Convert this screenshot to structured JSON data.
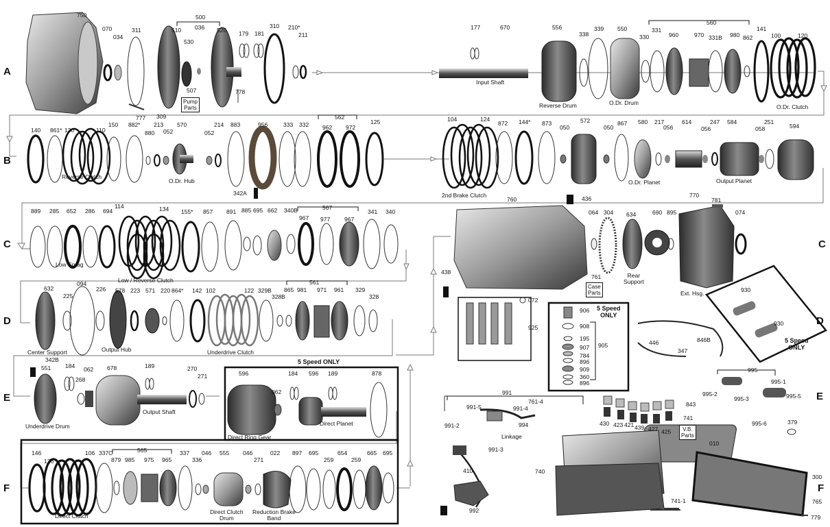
{
  "rows": {
    "a": "A",
    "b": "B",
    "c": "C",
    "d": "D",
    "e": "E",
    "f": "F",
    "c_right": "C",
    "d_right": "D",
    "e_right": "E",
    "f_right": "F"
  },
  "captions": {
    "input_shaft": "Input Shaft",
    "reverse_drum": "Reverse Drum",
    "odr_drum": "O.Dr. Drum",
    "odr_clutch": "O.Dr. Clutch",
    "reverse_clutch": "Reverse Clutch",
    "odr_hub": "O.Dr. Hub",
    "second_brake_clutch": "2nd Brake Clutch",
    "odr_planet": "O.Dr. Planet",
    "output_planet": "Output Planet",
    "low_sprag": "Low Sprag",
    "low_reverse_clutch": "Low / Reverse Clutch",
    "rear_support": "Rear\nSupport",
    "ext_hsg": "Ext. Hsg.",
    "center_support": "Center Support",
    "output_hub": "Output Hub",
    "underdrive_clutch": "Underdrive Clutch",
    "underdrive_drum": "Underdrive Drum",
    "output_shaft": "Output Shaft",
    "direct_ring_gear": "Direct Ring Gear",
    "direct_planet": "Direct Planet",
    "linkage": "Linkage",
    "direct_clutch": "Direct Clutch",
    "direct_clutch_drum": "Direct Clutch\nDrum",
    "reduction_brake_band": "Reduction Brake\nBand"
  },
  "boxes": {
    "pump_parts": "Pump\nParts",
    "case_parts": "Case\nParts",
    "vb_parts": "V.B.\nParts"
  },
  "headlines": {
    "five_speed_e": "5 Speed ONLY",
    "five_speed_center": "5 Speed\nONLY",
    "five_speed_d": "5 Speed\nONLY"
  },
  "part_numbers": {
    "n750": "750",
    "n070": "070",
    "n034": "034",
    "n311": "311",
    "n500": "500",
    "n510": "510",
    "n036": "036",
    "n520": "520",
    "n530": "530",
    "n507": "507",
    "n179": "179",
    "n181": "181",
    "n310": "310",
    "n210": "210*",
    "n211": "211",
    "n778": "778",
    "n777": "777",
    "n309": "309",
    "n177": "177",
    "n670": "670",
    "n556": "556",
    "n338": "338",
    "n339": "339",
    "n550": "550",
    "n330": "330",
    "n331": "331",
    "n560": "560",
    "n960": "960",
    "n970": "970",
    "n331b": "331B",
    "n980": "980",
    "n862": "862",
    "n141": "141",
    "n100": "100",
    "n120": "120",
    "n140": "140",
    "n861": "861*",
    "n130": "130",
    "n110": "110",
    "n150": "150",
    "n882": "882*",
    "n880": "880",
    "n213": "213",
    "n052a": "052",
    "n570": "570",
    "n052b": "052",
    "n214": "214",
    "n883": "883",
    "n956": "956",
    "n333": "333",
    "n332": "332",
    "n562": "562",
    "n962": "962",
    "n972": "972",
    "n125": "125",
    "n342a": "342A",
    "n104": "104",
    "n124": "124",
    "n872": "872",
    "n144": "144*",
    "n873": "873",
    "n050a": "050",
    "n572": "572",
    "n050b": "050",
    "n867": "867",
    "n580": "580",
    "n217": "217",
    "n056a": "056",
    "n614": "614",
    "n056b": "056",
    "n247": "247",
    "n584": "584",
    "n058": "058",
    "n251": "251",
    "n594": "594",
    "n436": "436",
    "n889": "889",
    "n285": "285",
    "n652": "652",
    "n286": "286",
    "n694": "694",
    "n114": "114",
    "n134": "134",
    "n155": "155*",
    "n857": "857",
    "n891": "891",
    "n885": "885",
    "n695a": "695",
    "n662": "662",
    "n340b": "340B",
    "n567": "567",
    "n967a": "967",
    "n977": "977",
    "n967b": "967",
    "n341": "341",
    "n340": "340",
    "n760": "760",
    "n781": "781",
    "n770": "770",
    "n064": "064",
    "n304": "304",
    "n634": "634",
    "n690": "690",
    "n895": "895",
    "n074": "074",
    "n761": "761",
    "n632": "632",
    "n225": "225",
    "n094": "094",
    "n226": "226",
    "n578": "578",
    "n223": "223",
    "n571": "571",
    "n220": "220",
    "n864": "864*",
    "n142": "142",
    "n102": "102",
    "n122": "122",
    "n329b": "329B",
    "n328b": "328B",
    "n561": "561",
    "n865": "865",
    "n981": "981",
    "n971": "971",
    "n961": "961",
    "n329": "329",
    "n328": "328",
    "n438": "438",
    "n072": "072",
    "n925": "925",
    "n906": "906",
    "n908": "908",
    "n195": "195",
    "n907": "907",
    "n784": "784",
    "n896a": "896",
    "n909": "909",
    "n360": "360",
    "n896b": "896",
    "n905": "905",
    "n930a": "930",
    "n930b": "930",
    "n846b": "846B",
    "n446": "446",
    "n347": "347",
    "n342b": "342B",
    "n551": "551",
    "n184": "184",
    "n268": "268",
    "n062": "062",
    "n678": "678",
    "n189": "189",
    "n270": "270",
    "n271": "271",
    "n596a": "596",
    "n184b": "184",
    "n596b": "596",
    "n189b": "189",
    "n062b": "062",
    "n878": "878",
    "n995": "995",
    "n995_1": "995-1",
    "n995_2": "995-2",
    "n995_3": "995-3",
    "n995_5": "995-5",
    "n995_6": "995-6",
    "n379": "379",
    "n991": "991",
    "n761_4": "761-4",
    "n991_5": "991-5",
    "n991_4": "991-4",
    "n994": "994",
    "n991_2": "991-2",
    "n991_3": "991-3",
    "n410": "410",
    "n992": "992",
    "n843": "843",
    "n430": "430",
    "n423": "423",
    "n421": "421",
    "n439": "439",
    "n427": "427",
    "n425": "425",
    "n741": "741",
    "n740": "740",
    "n010": "010",
    "n300": "300",
    "n765": "765",
    "n779": "779",
    "n741_1": "741-1",
    "n146": "146",
    "n126": "126",
    "n106": "106",
    "n337c": "337C",
    "n565": "565",
    "n879": "879",
    "n985": "985",
    "n975": "975",
    "n965": "965",
    "n337": "337",
    "n336": "336",
    "n046a": "046",
    "n555": "555",
    "n046b": "046",
    "n271b": "271",
    "n022": "022",
    "n897": "897",
    "n695b": "695",
    "n259a": "259",
    "n654": "654",
    "n259b": "259",
    "n665": "665",
    "n695c": "695"
  }
}
